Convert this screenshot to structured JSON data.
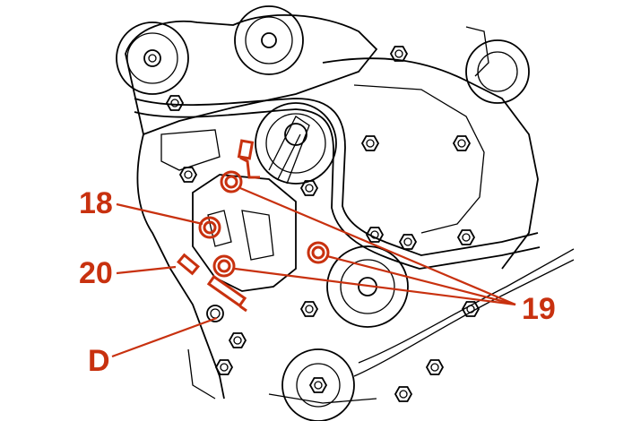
{
  "accent_color": "#c8310f",
  "callouts": {
    "c18": "18",
    "c19": "19",
    "c20": "20",
    "cD": "D"
  },
  "icons": [
    "sprocket",
    "belt",
    "bolt",
    "tensioner",
    "pin"
  ]
}
